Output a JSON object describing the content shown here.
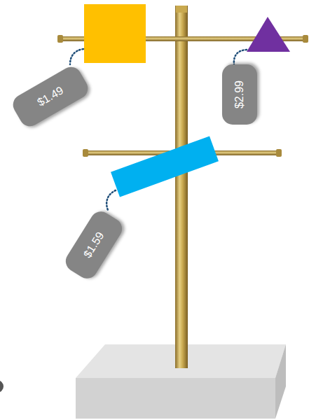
{
  "diagram": {
    "nodes": [
      {
        "text": [
          "$1.49"
        ]
      },
      {
        "text": [
          "$2.99"
        ]
      },
      {
        "text": [
          "$1.59"
        ]
      }
    ]
  }
}
